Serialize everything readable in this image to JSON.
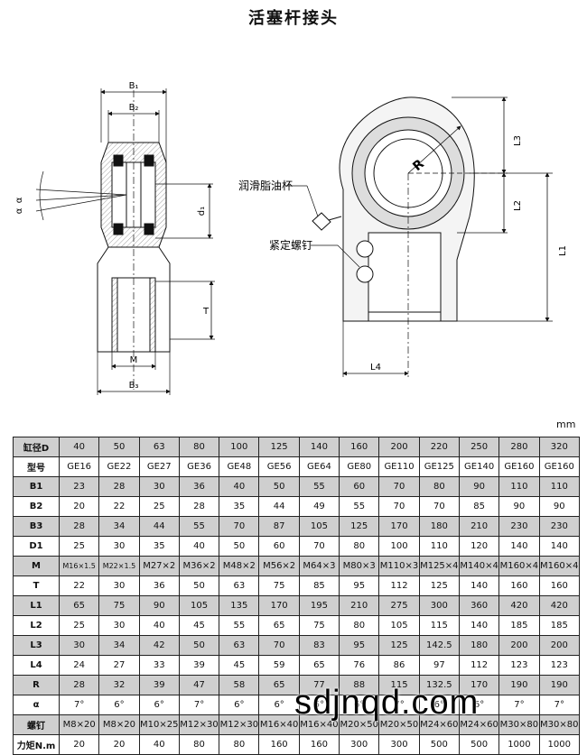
{
  "title": "活塞杆接头",
  "unit": "mm",
  "labels": {
    "b1": "B₁",
    "b2": "B₂",
    "b3": "B₃",
    "d1": "d₁",
    "m": "M",
    "t": "T",
    "alpha1": "α",
    "alpha2": "α",
    "r": "R",
    "l1": "L1",
    "l2": "L2",
    "l3": "L3",
    "l4": "L4",
    "grease_cup": "润滑脂油杯",
    "set_screw": "紧定螺钉"
  },
  "table": {
    "rows": [
      {
        "label": "缸径D",
        "cells": [
          "40",
          "50",
          "63",
          "80",
          "100",
          "125",
          "140",
          "160",
          "200",
          "220",
          "250",
          "280",
          "320"
        ]
      },
      {
        "label": "型号",
        "cells": [
          "GE16",
          "GE22",
          "GE27",
          "GE36",
          "GE48",
          "GE56",
          "GE64",
          "GE80",
          "GE110",
          "GE125",
          "GE140",
          "GE160",
          "GE160"
        ]
      },
      {
        "label": "B1",
        "cells": [
          "23",
          "28",
          "30",
          "36",
          "40",
          "50",
          "55",
          "60",
          "70",
          "80",
          "90",
          "110",
          "110"
        ]
      },
      {
        "label": "B2",
        "cells": [
          "20",
          "22",
          "25",
          "28",
          "35",
          "44",
          "49",
          "55",
          "70",
          "70",
          "85",
          "90",
          "90"
        ]
      },
      {
        "label": "B3",
        "cells": [
          "28",
          "34",
          "44",
          "55",
          "70",
          "87",
          "105",
          "125",
          "170",
          "180",
          "210",
          "230",
          "230"
        ]
      },
      {
        "label": "D1",
        "cells": [
          "25",
          "30",
          "35",
          "40",
          "50",
          "60",
          "70",
          "80",
          "100",
          "110",
          "120",
          "140",
          "140"
        ]
      },
      {
        "label": "M",
        "cells": [
          "M16×1.5",
          "M22×1.5",
          "M27×2",
          "M36×2",
          "M48×2",
          "M56×2",
          "M64×3",
          "M80×3",
          "M110×3",
          "M125×4",
          "M140×4",
          "M160×4",
          "M160×4"
        ]
      },
      {
        "label": "T",
        "cells": [
          "22",
          "30",
          "36",
          "50",
          "63",
          "75",
          "85",
          "95",
          "112",
          "125",
          "140",
          "160",
          "160"
        ]
      },
      {
        "label": "L1",
        "cells": [
          "65",
          "75",
          "90",
          "105",
          "135",
          "170",
          "195",
          "210",
          "275",
          "300",
          "360",
          "420",
          "420"
        ]
      },
      {
        "label": "L2",
        "cells": [
          "25",
          "30",
          "40",
          "45",
          "55",
          "65",
          "75",
          "80",
          "105",
          "115",
          "140",
          "185",
          "185"
        ]
      },
      {
        "label": "L3",
        "cells": [
          "30",
          "34",
          "42",
          "50",
          "63",
          "70",
          "83",
          "95",
          "125",
          "142.5",
          "180",
          "200",
          "200"
        ]
      },
      {
        "label": "L4",
        "cells": [
          "24",
          "27",
          "33",
          "39",
          "45",
          "59",
          "65",
          "76",
          "86",
          "97",
          "112",
          "123",
          "123"
        ]
      },
      {
        "label": "R",
        "cells": [
          "28",
          "32",
          "39",
          "47",
          "58",
          "65",
          "77",
          "88",
          "115",
          "132.5",
          "170",
          "190",
          "190"
        ]
      },
      {
        "label": "α",
        "cells": [
          "7°",
          "6°",
          "6°",
          "7°",
          "6°",
          "6°",
          "5°",
          "6°",
          "7°",
          "6°",
          "6°",
          "7°",
          "7°"
        ]
      },
      {
        "label": "螺钉",
        "cells": [
          "M8×20",
          "M8×20",
          "M10×25",
          "M12×30",
          "M12×30",
          "M16×40",
          "M16×40",
          "M20×50",
          "M20×50",
          "M24×60",
          "M24×60",
          "M30×80",
          "M30×80"
        ]
      },
      {
        "label": "力矩N.m",
        "cells": [
          "20",
          "20",
          "40",
          "80",
          "80",
          "160",
          "160",
          "300",
          "300",
          "500",
          "500",
          "1000",
          "1000"
        ]
      }
    ]
  },
  "watermark": "sdjnqd.com",
  "colors": {
    "header_gray": "#cfcfcf",
    "line": "#222222"
  }
}
